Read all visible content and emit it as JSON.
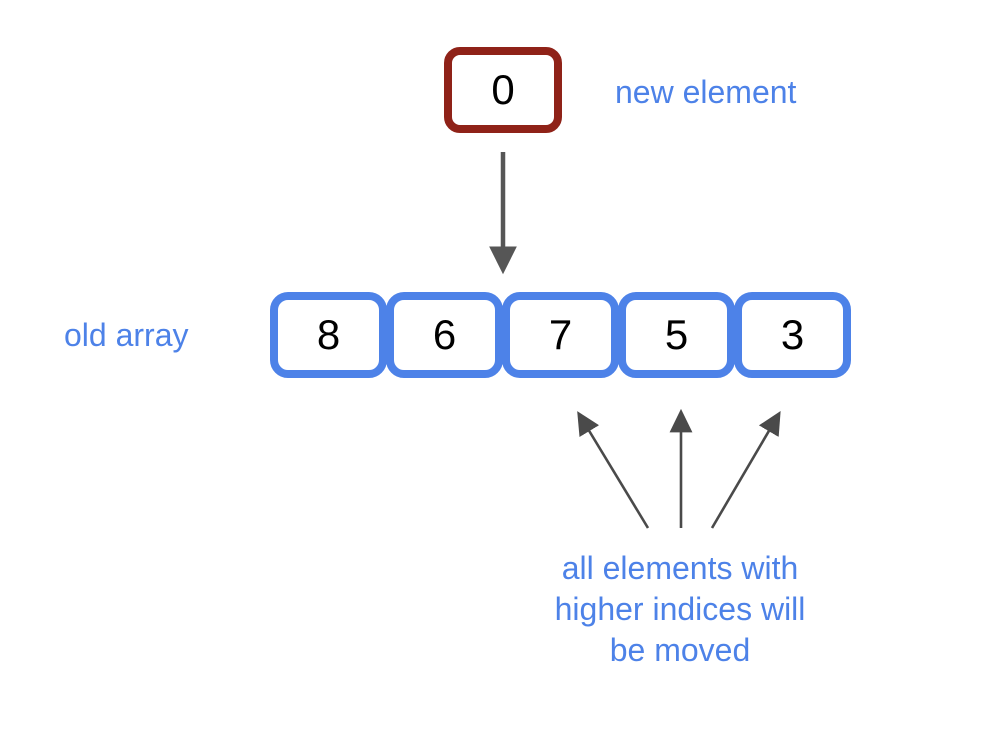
{
  "diagram": {
    "title": "array insertion diagram",
    "colors": {
      "array_border": "#4d82e8",
      "label_text": "#4d82e8",
      "new_element_border": "#8f2218",
      "arrow": "#4a4a4a",
      "value_text": "#000000",
      "background": "#ffffff"
    },
    "new_element": {
      "label": "new element",
      "value": "0"
    },
    "old_array": {
      "label": "old array",
      "cells": [
        {
          "value": "8",
          "index": 0
        },
        {
          "value": "6",
          "index": 1
        },
        {
          "value": "7",
          "index": 2
        },
        {
          "value": "5",
          "index": 3
        },
        {
          "value": "3",
          "index": 4
        }
      ]
    },
    "caption": {
      "lines": [
        "all elements with",
        "higher indices will",
        "be moved"
      ]
    },
    "arrows": {
      "insert_arrow": {
        "name": "insertion-arrow",
        "direction": "down",
        "from": "new element box",
        "to": "array slot index 2"
      },
      "moved_arrows": [
        {
          "name": "moved-arrow-left",
          "points_to_index": 2
        },
        {
          "name": "moved-arrow-middle",
          "points_to_index": 3
        },
        {
          "name": "moved-arrow-right",
          "points_to_index": 4
        }
      ]
    }
  }
}
